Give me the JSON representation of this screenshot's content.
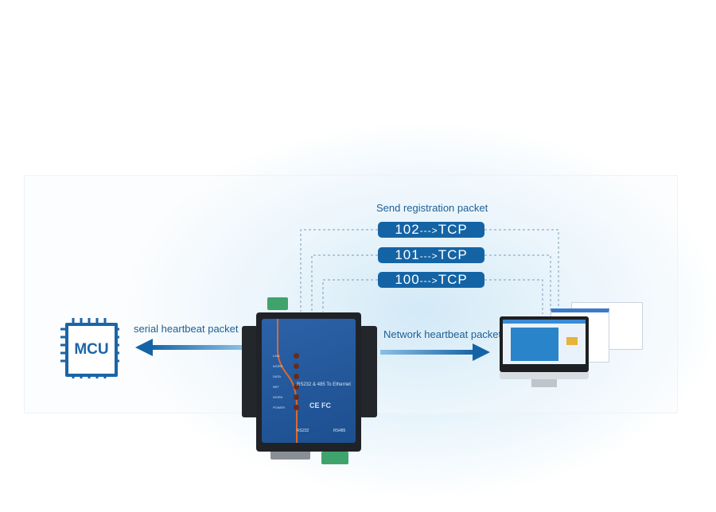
{
  "header": {
    "title": "Send registration packet"
  },
  "packets": [
    {
      "id": "102",
      "arrow": "--->",
      "protocol": "TCP"
    },
    {
      "id": "101",
      "arrow": "--->",
      "protocol": "TCP"
    },
    {
      "id": "100",
      "arrow": "--->",
      "protocol": "TCP"
    }
  ],
  "mcu": {
    "label": "MCU"
  },
  "serial_label": "serial heartbeat packet",
  "network_label": "Network heartbeat packet",
  "device": {
    "model_text": "RS232 & 485 To Ethernet",
    "certifications": "CE FC",
    "port_rs232": "RS232",
    "port_rs485": "RS485",
    "leds": [
      "LINK",
      "WORK",
      "DATA",
      "NET",
      "WORK",
      "POWER"
    ]
  },
  "colors": {
    "accent": "#1464a5",
    "text": "#1e5f95",
    "glow": "#c8e6f7",
    "terminal": "#3fa46c",
    "stripe": "#e0682a"
  }
}
